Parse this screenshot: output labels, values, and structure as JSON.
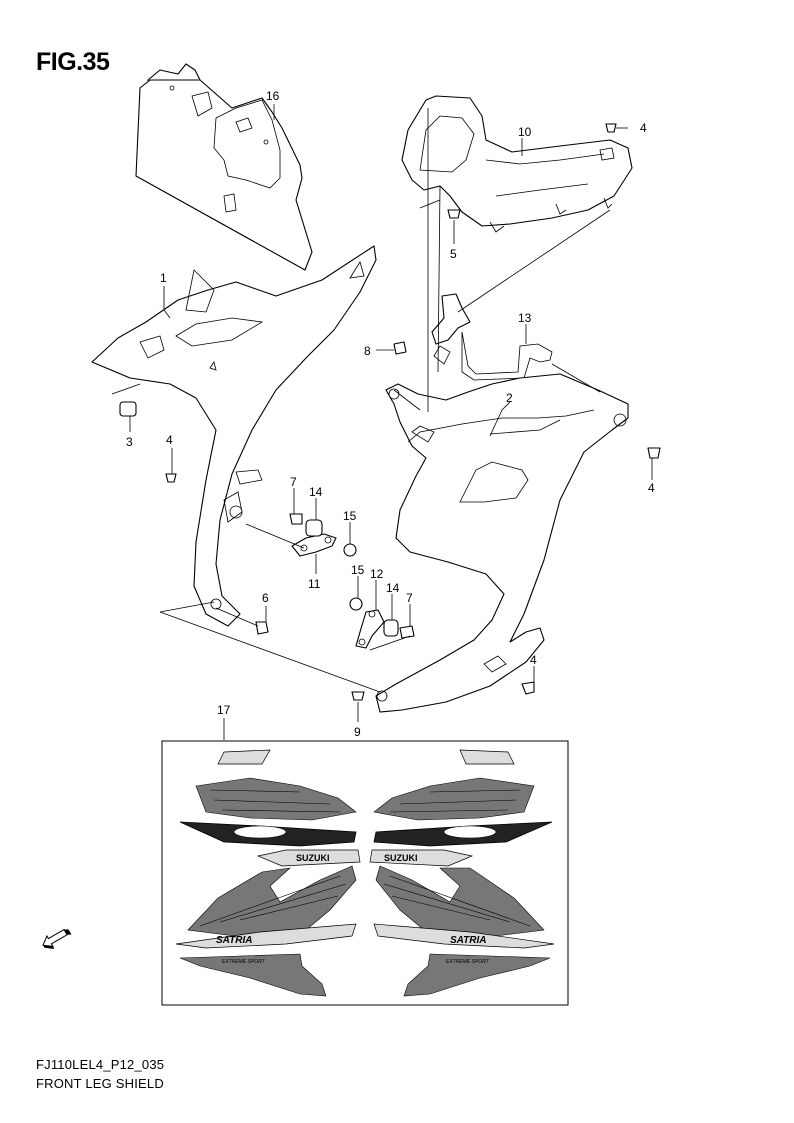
{
  "figure": {
    "title": "FIG.35"
  },
  "footer": {
    "code": "FJ110LEL4_P12_035",
    "caption": "FRONT LEG SHIELD"
  },
  "callouts": {
    "c1": "1",
    "c2": "2",
    "c3": "3",
    "c4a": "4",
    "c4b": "4",
    "c4c": "4",
    "c4d": "4",
    "c5": "5",
    "c6": "6",
    "c7a": "7",
    "c7b": "7",
    "c8": "8",
    "c9": "9",
    "c10": "10",
    "c11": "11",
    "c12": "12",
    "c13": "13",
    "c14a": "14",
    "c14b": "14",
    "c15a": "15",
    "c15b": "15",
    "c16": "16",
    "c17": "17"
  },
  "decals": {
    "brand": "SUZUKI",
    "model": "SATRIA",
    "stripe": "EXTREME SPORT"
  },
  "icons": {
    "front_arrow": "fwd-arrow-icon"
  }
}
